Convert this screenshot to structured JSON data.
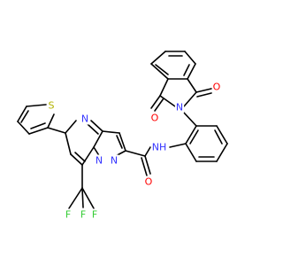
{
  "colors": {
    "bond": "#000000",
    "N": "#3333ff",
    "O": "#ff0000",
    "S": "#b2b200",
    "F": "#33cc33"
  },
  "atoms": {
    "o_top": "O",
    "o_bottom": "O",
    "n_imide": "N",
    "s_thiophene": "S",
    "n_pyrimidine": "N",
    "n_bridge": "N",
    "n_pyrazole": "N",
    "nh_amide": "NH",
    "o_amide": "O",
    "f_left": "F",
    "f_mid": "F",
    "f_right": "F"
  }
}
